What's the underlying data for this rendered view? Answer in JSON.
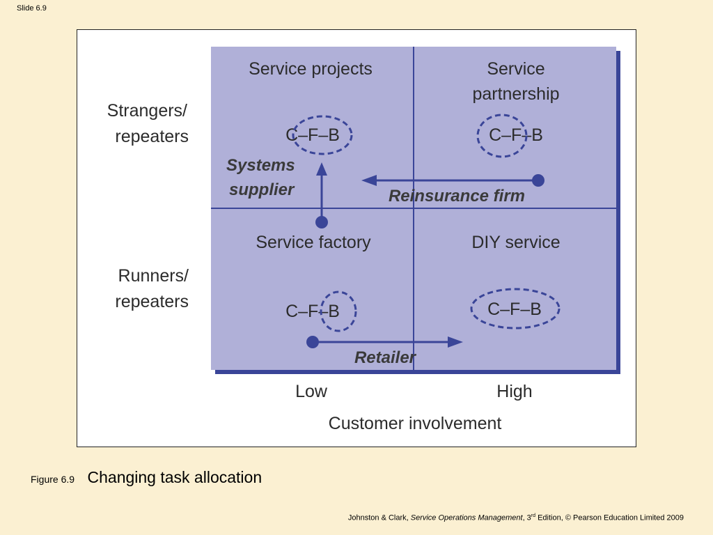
{
  "slide": {
    "label": "Slide 6.9"
  },
  "figure": {
    "number": "Figure 6.9",
    "title": "Changing task allocation"
  },
  "footer": {
    "authors": "Johnston & Clark, ",
    "book": "Service Operations Management",
    "edition_num": ", 3",
    "edition_sup": "rd",
    "rest": " Edition, © Pearson Education Limited 2009"
  },
  "diagram": {
    "row_labels": {
      "top_line1": "Strangers/",
      "top_line2": "repeaters",
      "bottom_line1": "Runners/",
      "bottom_line2": "repeaters"
    },
    "column_labels": {
      "low": "Low",
      "high": "High"
    },
    "axis_label": "Customer involvement",
    "quadrants": {
      "top_left": {
        "title": "Service projects",
        "cfb": "C–F–B"
      },
      "top_right": {
        "title_line1": "Service",
        "title_line2": "partnership",
        "cfb": "C–F–B"
      },
      "bottom_left": {
        "title": "Service factory",
        "cfb": "C–F–B"
      },
      "bottom_right": {
        "title": "DIY service",
        "cfb": "C–F–B"
      }
    },
    "arrows": {
      "systems_supplier_line1": "Systems",
      "systems_supplier_line2": "supplier",
      "reinsurance_firm": "Reinsurance firm",
      "retailer": "Retailer"
    },
    "colors": {
      "matrix_fill": "#b0b0d8",
      "matrix_shadow": "#3a4598",
      "line": "#3a4598",
      "text": "#2b2b2b"
    }
  }
}
